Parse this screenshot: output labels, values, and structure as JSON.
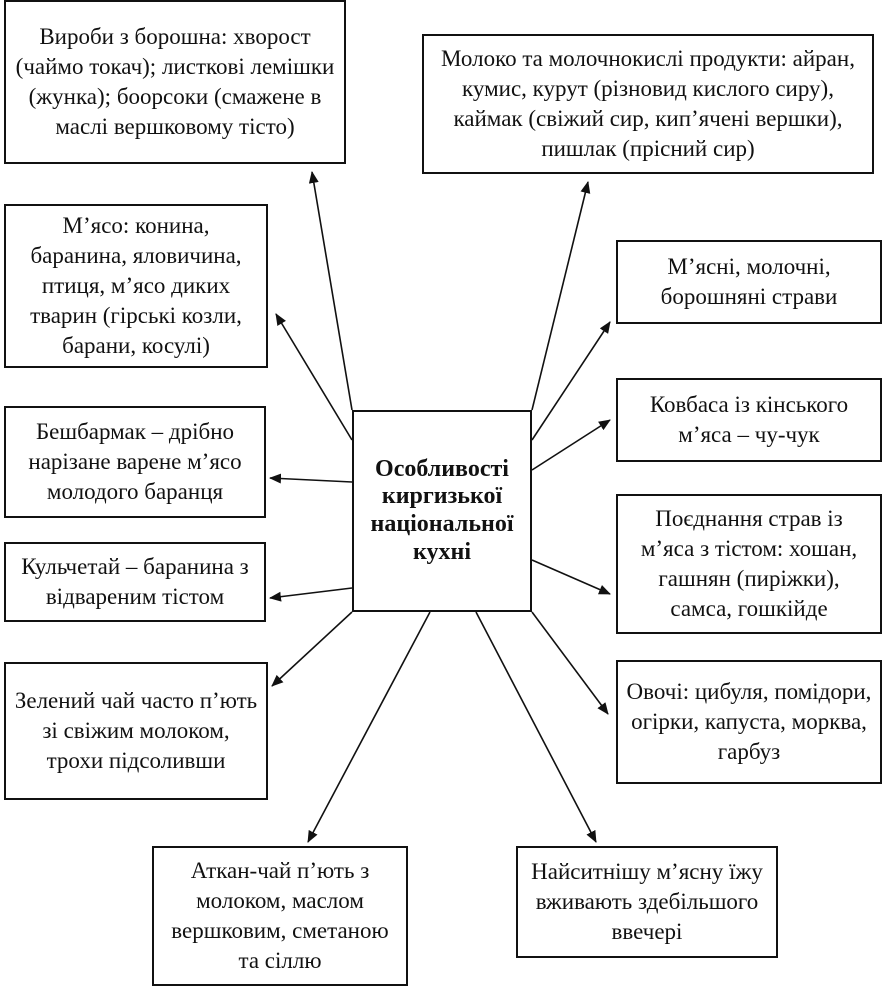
{
  "diagram": {
    "center": "Особливості киргизької національної кухні",
    "nodes": {
      "flour": "Вироби з борошна: хворост (чаймо токач); листкові лемішки (жунка); боорсоки (смажене в маслі вершковому тісто)",
      "milk": "Молоко та молочнокислі продукти: айран, кумис, курут (різновид кислого сиру), каймак (свіжий сир, кип’ячені вершки), пишлак (прісний сир)",
      "meat": "М’ясо: конина, баранина, яловичина, птиця, м’ясо диких тварин (гірські козли, барани, косулі)",
      "dishes": "М’ясні, молочні, борошняні страви",
      "besh": "Бешбармак – дрібно нарізане варене м’ясо молодого баранця",
      "sausage": "Ковбаса із кінського м’яса – чу-чук",
      "kulche": "Кульчетай – баранина з відвареним тістом",
      "combo": "Поєднання страв із м’яса з тістом: хошан, гашнян (пиріжки), самса, гошкійде",
      "tea": "Зелений чай часто п’ють зі свіжим молоком, трохи підсоливши",
      "veg": "Овочі: цибуля, помідори, огірки, капуста, морква, гарбуз",
      "atkan": "Аткан-чай п’ють з молоком, маслом вершковим, сметаною та сіллю",
      "evening": "Найситнішу м’ясну їжу вживають здебільшого ввечері"
    }
  }
}
